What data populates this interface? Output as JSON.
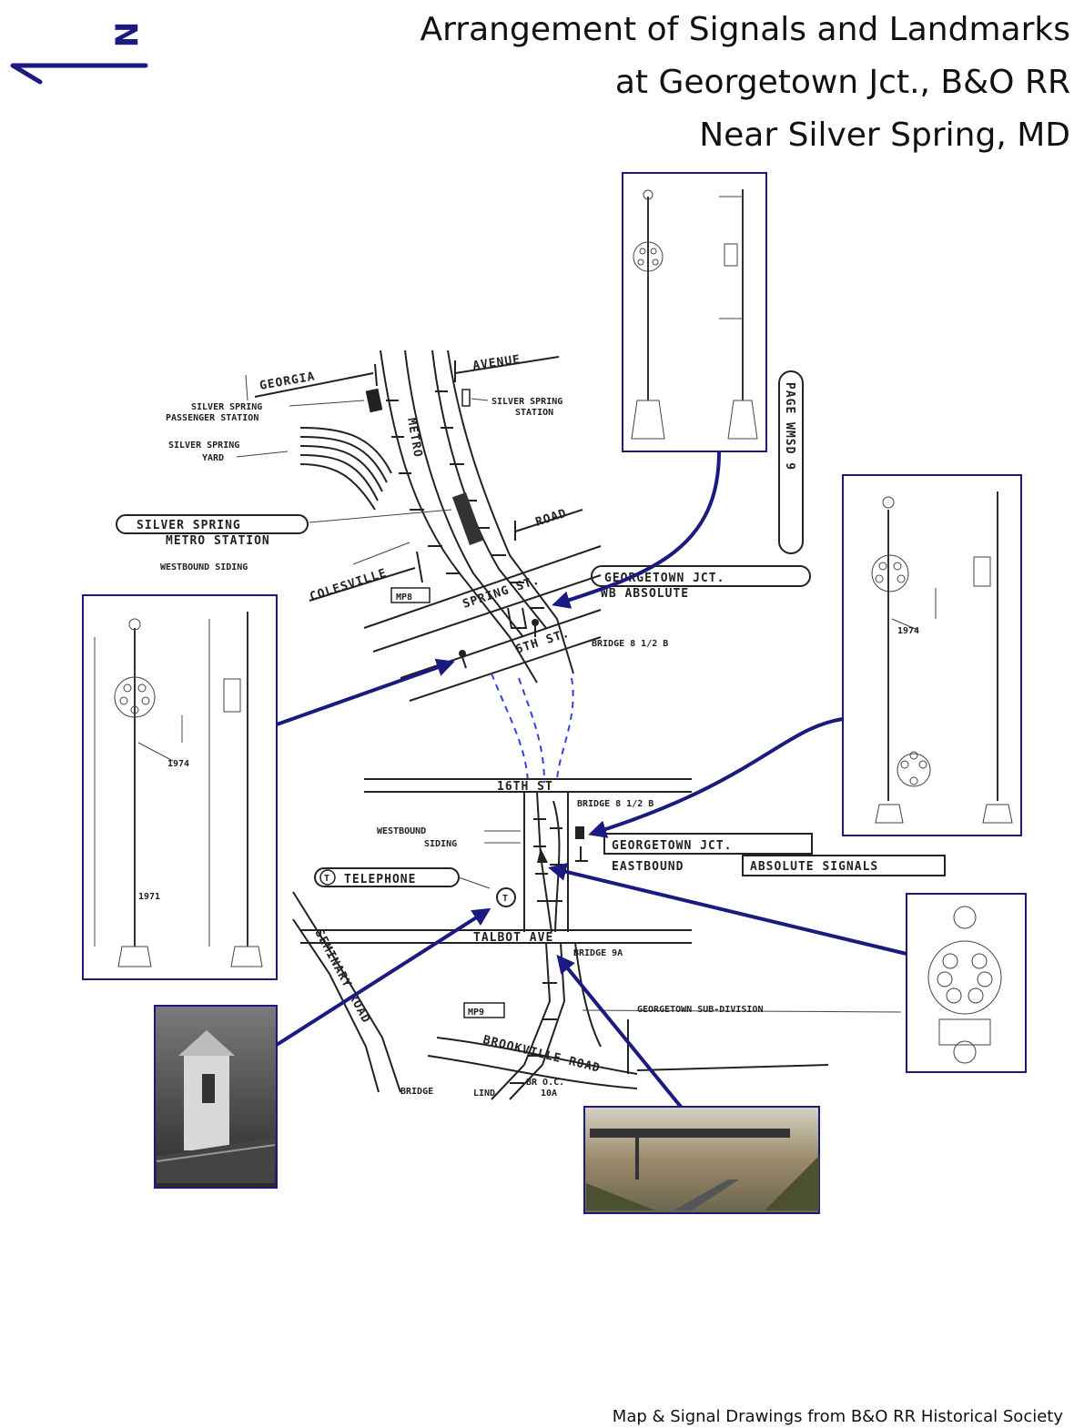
{
  "title": {
    "line1": "Arrangement of Signals and Landmarks",
    "line2": "at Georgetown Jct., B&O RR",
    "line3": "Near Silver Spring, MD"
  },
  "north_arrow": {
    "label": "N"
  },
  "credit": "Map & Signal Drawings from B&O RR Historical Society",
  "colors": {
    "arrow": "#1a1a80",
    "frame": "#1a1a80",
    "dashed_track": "#3344dd",
    "ink": "#222222"
  },
  "map": {
    "streets": {
      "georgia": "GEORGIA",
      "avenue": "AVENUE",
      "metro": "METRO",
      "road": "ROAD",
      "colesville": "COLESVILLE",
      "spring_st": "SPRING ST.",
      "sixth_st_upper": "6TH ST.",
      "sixth_st_lower": "16TH ST",
      "talbot_ave": "TALBOT AVE",
      "seminary_road": "SEMINARY ROAD",
      "brookville_road": "BROOKVILLE ROAD",
      "lind": "LIND"
    },
    "labels": {
      "ss_passenger_station_1": "SILVER SPRING",
      "ss_passenger_station_2": "PASSENGER STATION",
      "ss_station_1": "SILVER SPRING",
      "ss_station_2": "STATION",
      "ss_yard_1": "SILVER SPRING",
      "ss_yard_2": "YARD",
      "ss_metro_1": "SILVER SPRING",
      "ss_metro_2": "METRO STATION",
      "wb_siding_upper": "WESTBOUND SIDING",
      "page_ref": "PAGE WMSD 9",
      "mp8": "MP8",
      "mp9": "MP9",
      "bridge_upper": "BRIDGE 8 1/2 B",
      "bridge_lower": "BRIDGE 8 1/2 B",
      "bridge_9a": "BRIDGE 9A",
      "bridge_br": "BRIDGE",
      "br_oc": "BR O.C.",
      "br_10a": "10A",
      "wb_siding_lower_1": "WESTBOUND",
      "wb_siding_lower_2": "SIDING",
      "telephone_key": "T",
      "telephone": "TELEPHONE",
      "georgetown_subdivision": "GEORGETOWN SUB-DIVISION",
      "gj_wb_1": "GEORGETOWN JCT.",
      "gj_wb_2": "WB ABSOLUTE",
      "gj_eb_1": "GEORGETOWN JCT.",
      "gj_eb_2": "EASTBOUND",
      "gj_eb_3": "ABSOLUTE SIGNALS"
    }
  },
  "drawings": {
    "signal_left_year_bracket": "1974",
    "signal_left_year_base": "1971",
    "signal_right_year": "1974"
  }
}
